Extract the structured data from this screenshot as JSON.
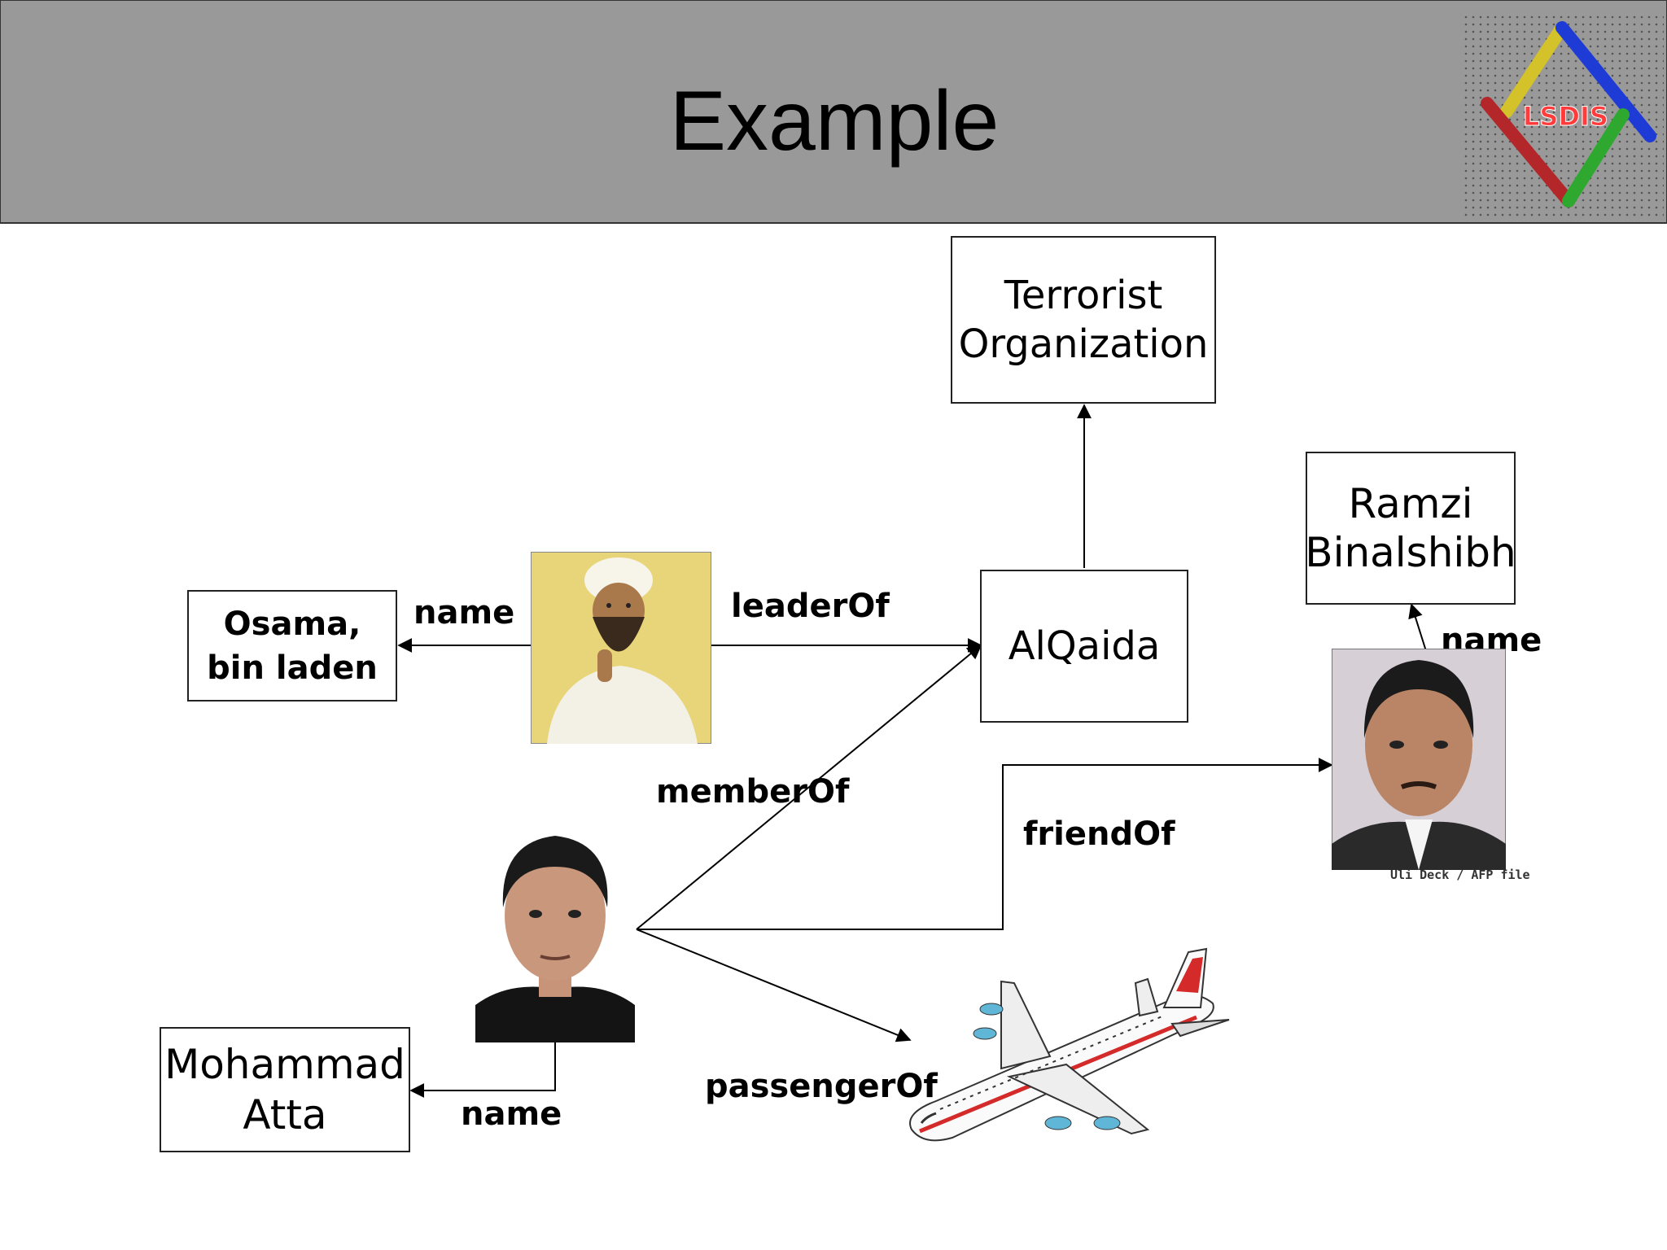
{
  "slide": {
    "title": "Example"
  },
  "logo": {
    "text": "LSDIS"
  },
  "nodes": {
    "terrorist_org": "Terrorist\nOrganization",
    "alqaida": "AlQaida",
    "ramzi": "Ramzi\nBinalshibh",
    "osama": "Osama,\nbin laden",
    "atta": "Mohammad\nAtta"
  },
  "edges": {
    "osama_name": "name",
    "leader_of": "leaderOf",
    "member_of": "memberOf",
    "friend_of": "friendOf",
    "ramzi_name": "name",
    "passenger_of": "passengerOf",
    "atta_name": "name"
  },
  "photo_credit": "Uli Deck / AFP file",
  "icons": [
    "bin-laden-photo",
    "atta-photo",
    "binalshibh-photo",
    "airplane-clipart",
    "lsdis-logo"
  ]
}
